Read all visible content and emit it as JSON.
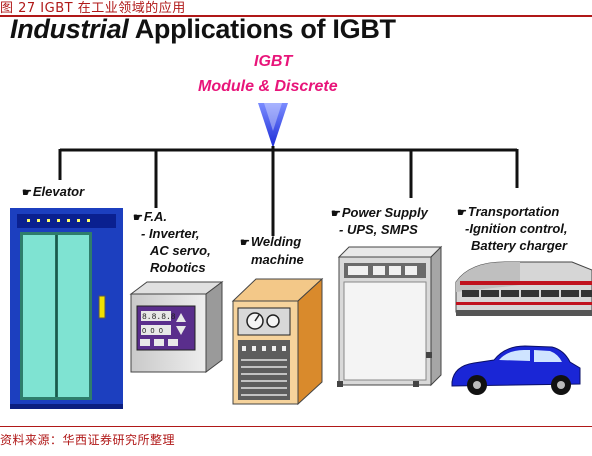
{
  "caption": "图 27  IGBT 在工业领域的应用",
  "title_italic": "Industrial",
  "title_rest": " Applications of IGBT",
  "igbt_line1": "IGBT",
  "igbt_line2": "Module & Discrete",
  "apps": {
    "elevator": "Elevator",
    "fa": [
      "F.A.",
      "- Inverter,",
      "AC servo,",
      "Robotics"
    ],
    "welding": [
      "Welding",
      "machine"
    ],
    "power": [
      "Power Supply",
      "- UPS, SMPS"
    ],
    "transport": [
      "Transportation",
      "-Ignition control,",
      "Battery charger"
    ]
  },
  "pointer_glyph": "☛",
  "source": "资料来源：华西证券研究所整理",
  "colors": {
    "accent": "#e8157a",
    "rule": "#b01818",
    "arrow": "#2233cc"
  },
  "icons": [
    "elevator-icon",
    "inverter-box-icon",
    "welding-machine-icon",
    "power-supply-icon",
    "train-icon",
    "car-icon"
  ]
}
